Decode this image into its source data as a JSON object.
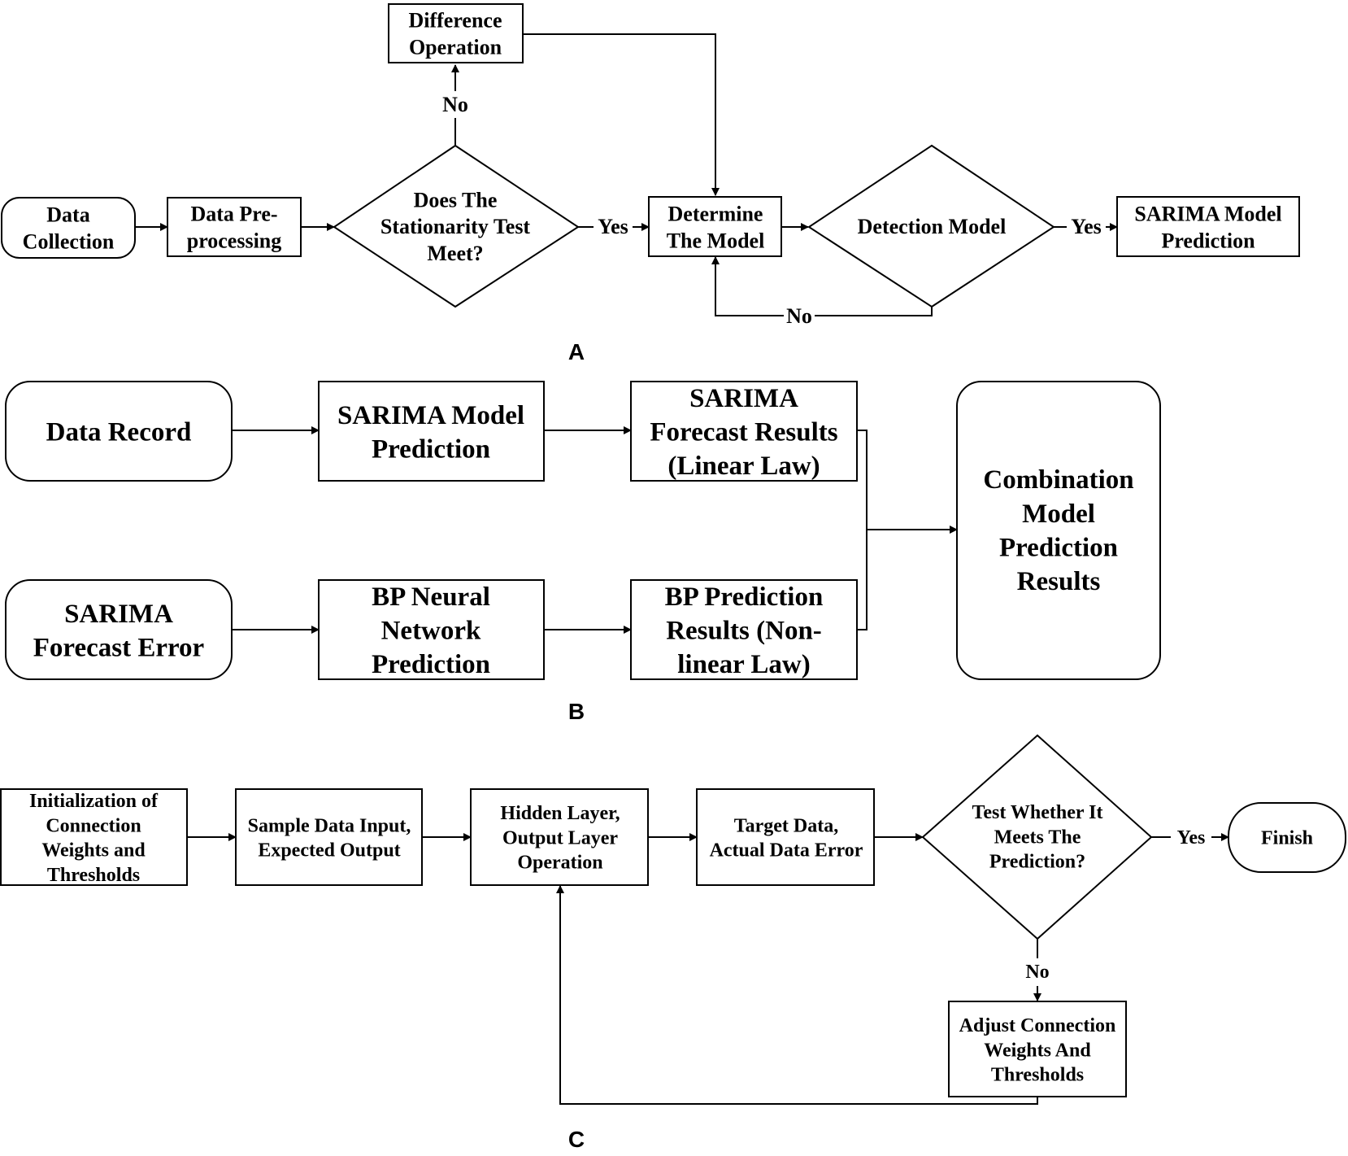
{
  "panel_a": {
    "label": "A",
    "data_collection": [
      "Data",
      "Collection"
    ],
    "data_preprocessing": [
      "Data Pre-",
      "processing"
    ],
    "stationarity_test": [
      "Does The",
      "Stationarity Test",
      "Meet?"
    ],
    "difference_operation": [
      "Difference",
      "Operation"
    ],
    "determine_model": [
      "Determine",
      "The Model"
    ],
    "detection_model": [
      "Detection Model"
    ],
    "sarima_prediction": [
      "SARIMA Model",
      "Prediction"
    ],
    "label_no_top": "No",
    "label_yes_1": "Yes",
    "label_yes_2": "Yes",
    "label_no_bottom": "No"
  },
  "panel_b": {
    "label": "B",
    "data_record": [
      "Data Record"
    ],
    "sarima_model_prediction": [
      "SARIMA Model",
      "Prediction"
    ],
    "sarima_forecast_results": [
      "SARIMA",
      "Forecast Results",
      "(Linear Law)"
    ],
    "sarima_forecast_error": [
      "SARIMA",
      "Forecast Error"
    ],
    "bp_neural_network": [
      "BP Neural",
      "Network",
      "Prediction"
    ],
    "bp_prediction_results": [
      "BP Prediction",
      "Results (Non-",
      "linear Law)"
    ],
    "combination_results": [
      "Combination",
      "Model",
      "Prediction",
      "Results"
    ]
  },
  "panel_c": {
    "label": "C",
    "initialization": [
      "Initialization of",
      "Connection",
      "Weights and",
      "Thresholds"
    ],
    "sample_data": [
      "Sample Data Input,",
      "Expected Output"
    ],
    "hidden_layer": [
      "Hidden Layer,",
      "Output Layer",
      "Operation"
    ],
    "target_data": [
      "Target Data,",
      "Actual Data Error"
    ],
    "test_prediction": [
      "Test Whether It",
      "Meets The",
      "Prediction?"
    ],
    "finish": [
      "Finish"
    ],
    "adjust_weights": [
      "Adjust Connection",
      "Weights And",
      "Thresholds"
    ],
    "label_yes": "Yes",
    "label_no": "No"
  }
}
